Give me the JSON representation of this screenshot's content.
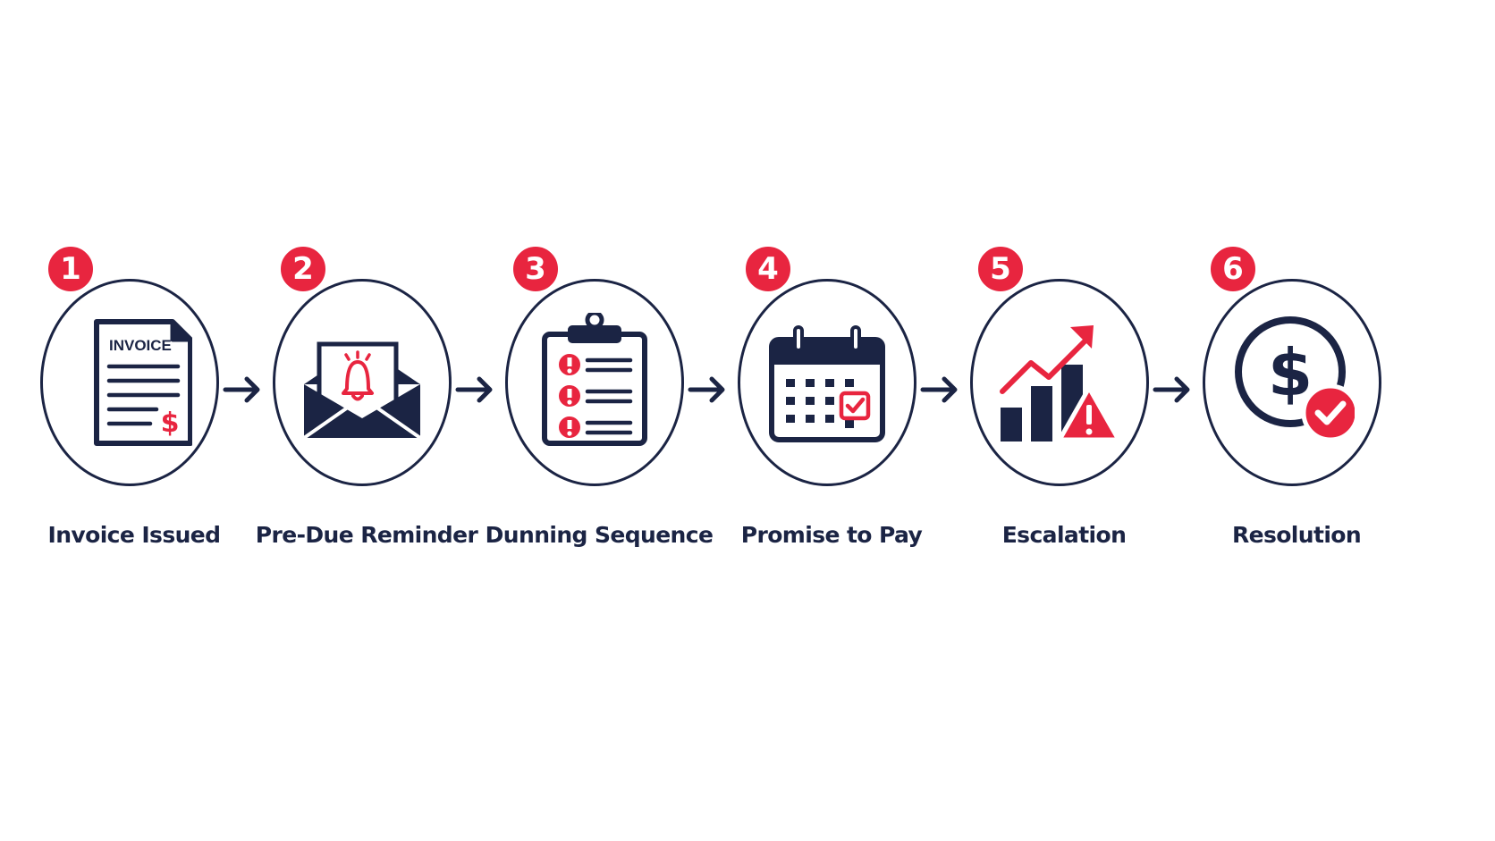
{
  "colors": {
    "navy": "#1b2444",
    "red": "#e8253f",
    "background": "#ffffff"
  },
  "steps": [
    {
      "number": "1",
      "label": "Invoice Issued",
      "icon": "invoice-document-icon",
      "icon_text": "INVOICE"
    },
    {
      "number": "2",
      "label": "Pre-Due Reminder",
      "icon": "envelope-bell-icon"
    },
    {
      "number": "3",
      "label": "Dunning Sequence",
      "icon": "clipboard-alert-checklist-icon"
    },
    {
      "number": "4",
      "label": "Promise to Pay",
      "icon": "calendar-check-icon"
    },
    {
      "number": "5",
      "label": "Escalation",
      "icon": "chart-warning-icon"
    },
    {
      "number": "6",
      "label": "Resolution",
      "icon": "dollar-check-coin-icon"
    }
  ]
}
